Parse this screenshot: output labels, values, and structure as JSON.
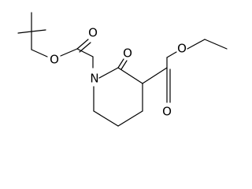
{
  "molecule": {
    "atom_labels": {
      "boc_ester_oxygen": "O",
      "boc_carbonyl_oxygen": "O",
      "ring_nitrogen": "N",
      "ring_ketone_oxygen": "O",
      "ethyl_ester_carbonyl_oxygen": "O",
      "ethyl_ester_oxygen": "O"
    }
  }
}
